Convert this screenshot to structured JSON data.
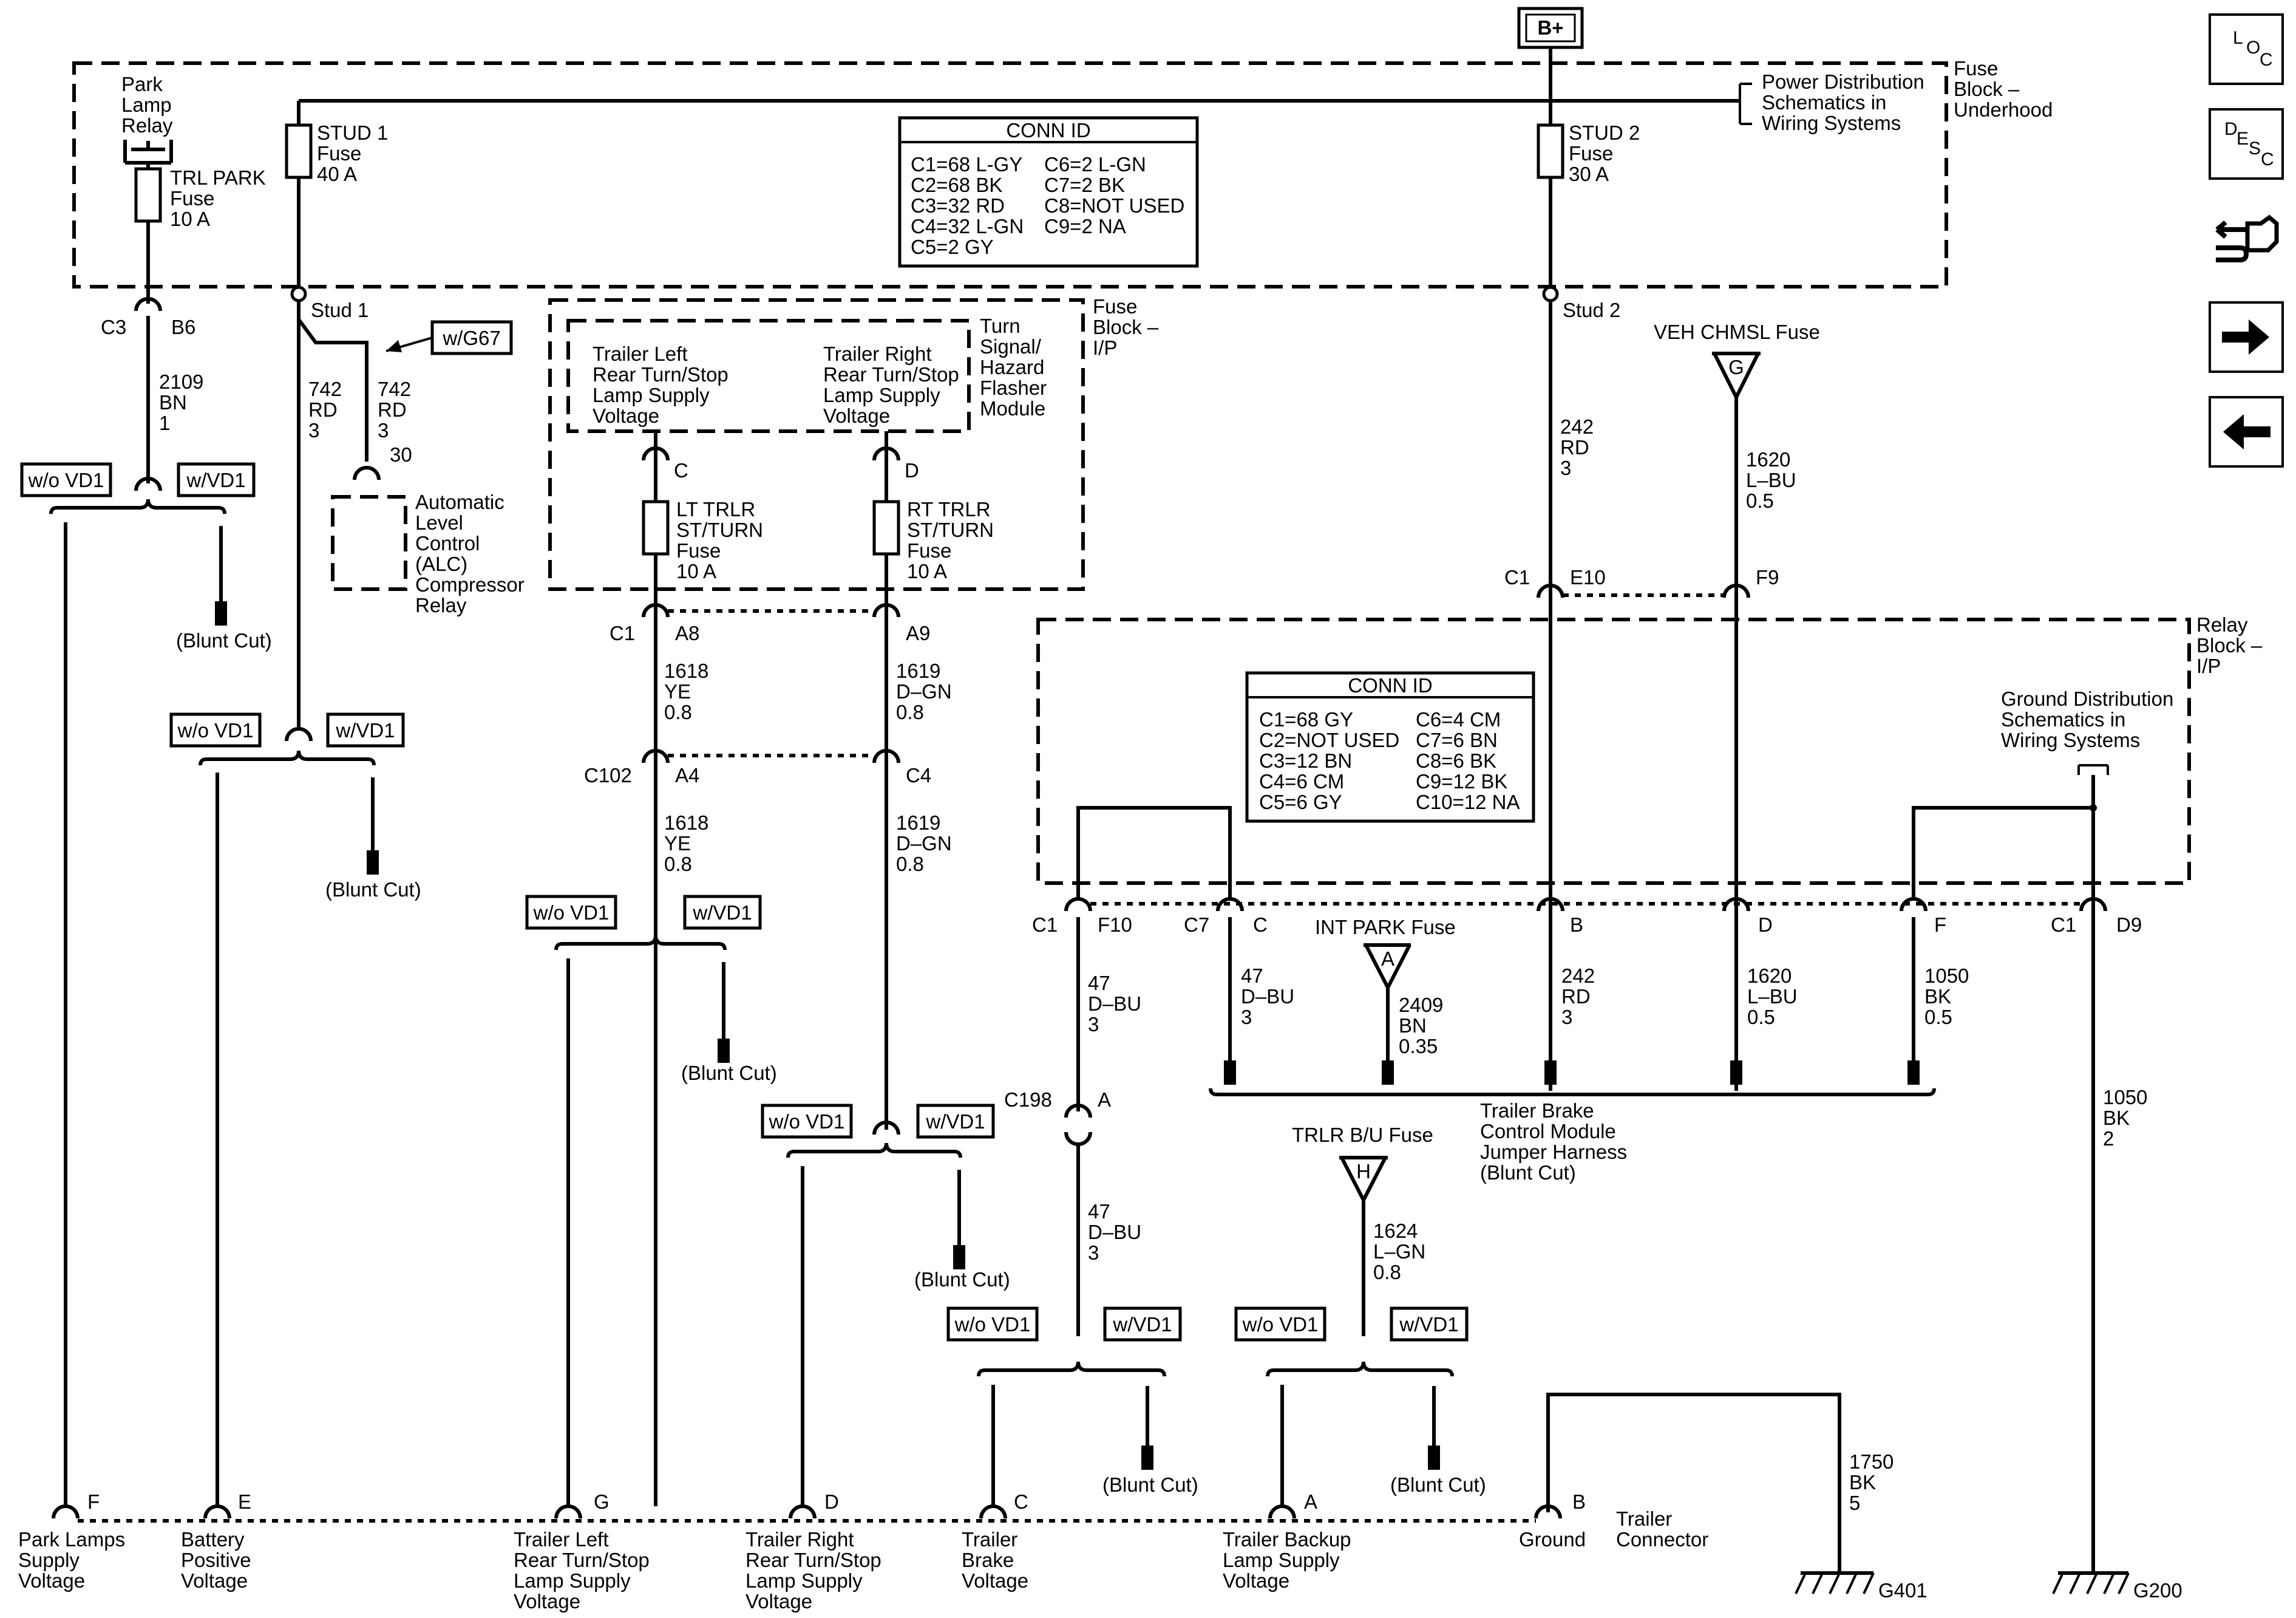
{
  "power": {
    "b_plus": "B+"
  },
  "fuse_block_underhood": {
    "title": "Fuse Block – Underhood",
    "title_lines": [
      "Fuse",
      "Block –",
      "Underhood"
    ],
    "park_lamp_relay": [
      "Park",
      "Lamp",
      "Relay"
    ],
    "trl_park_fuse": [
      "TRL PARK",
      "Fuse",
      "10 A"
    ],
    "stud1_fuse": [
      "STUD 1",
      "Fuse",
      "40 A"
    ],
    "stud2_fuse": [
      "STUD 2",
      "Fuse",
      "30 A"
    ],
    "power_distribution_ref": [
      "Power Distribution",
      "Schematics in",
      "Wiring Systems"
    ],
    "conn_id": {
      "title": "CONN ID",
      "left": [
        "C1=68 L-GY",
        "C2=68 BK",
        "C3=32 RD",
        "C4=32 L-GN",
        "C5=2 GY"
      ],
      "right": [
        "C6=2 L-GN",
        "C7=2 BK",
        "C8=NOT USED",
        "C9=2 NA"
      ]
    }
  },
  "fuse_block_ip": {
    "title_lines": [
      "Fuse",
      "Block –",
      "I/P"
    ],
    "module_lines": [
      "Turn",
      "Signal/",
      "Hazard",
      "Flasher",
      "Module"
    ],
    "left_supply": [
      "Trailer Left",
      "Rear Turn/Stop",
      "Lamp Supply",
      "Voltage"
    ],
    "right_supply": [
      "Trailer Right",
      "Rear Turn/Stop",
      "Lamp Supply",
      "Voltage"
    ],
    "lt_fuse": [
      "LT TRLR",
      "ST/TURN",
      "Fuse",
      "10 A"
    ],
    "rt_fuse": [
      "RT TRLR",
      "ST/TURN",
      "Fuse",
      "10 A"
    ]
  },
  "relay_block_ip": {
    "title_lines": [
      "Relay",
      "Block –",
      "I/P"
    ],
    "ground_ref": [
      "Ground Distribution",
      "Schematics in",
      "Wiring Systems"
    ],
    "conn_id": {
      "title": "CONN ID",
      "left": [
        "C1=68 GY",
        "C2=NOT USED",
        "C3=12 BN",
        "C4=6 CM",
        "C5=6 GY"
      ],
      "right": [
        "C6=4 CM",
        "C7=6 BN",
        "C8=6 BK",
        "C9=12 BK",
        "C10=12 NA"
      ]
    }
  },
  "alc": {
    "label": [
      "Automatic",
      "Level",
      "Control",
      "(ALC)",
      "Compressor",
      "Relay"
    ],
    "option": "w/G67",
    "pin": "30"
  },
  "fuses": {
    "veh_chmsl": "VEH CHMSL Fuse",
    "int_park": "INT PARK Fuse",
    "trlr_bu": "TRLR B/U Fuse",
    "g": "G",
    "a": "A",
    "h": "H"
  },
  "labels": {
    "stud1": "Stud 1",
    "stud2": "Stud 2",
    "wo_vd1": "w/o VD1",
    "w_vd1": "w/VD1",
    "blunt_cut": "(Blunt Cut)"
  },
  "wires": {
    "w2109": [
      "2109",
      "BN",
      "1"
    ],
    "w742a": [
      "742",
      "RD",
      "3"
    ],
    "w742b": [
      "742",
      "RD",
      "3"
    ],
    "w1618a": [
      "1618",
      "YE",
      "0.8"
    ],
    "w1618b": [
      "1618",
      "YE",
      "0.8"
    ],
    "w1619a": [
      "1619",
      "D–GN",
      "0.8"
    ],
    "w1619b": [
      "1619",
      "D–GN",
      "0.8"
    ],
    "w242a": [
      "242",
      "RD",
      "3"
    ],
    "w242b": [
      "242",
      "RD",
      "3"
    ],
    "w1620a": [
      "1620",
      "L–BU",
      "0.5"
    ],
    "w1620b": [
      "1620",
      "L–BU",
      "0.5"
    ],
    "w47a": [
      "47",
      "D–BU",
      "3"
    ],
    "w47b": [
      "47",
      "D–BU",
      "3"
    ],
    "w47c": [
      "47",
      "D–BU",
      "3"
    ],
    "w2409": [
      "2409",
      "BN",
      "0.35"
    ],
    "w1050a": [
      "1050",
      "BK",
      "0.5"
    ],
    "w1050b": [
      "1050",
      "BK",
      "2"
    ],
    "w1624": [
      "1624",
      "L–GN",
      "0.8"
    ],
    "w1750": [
      "1750",
      "BK",
      "5"
    ]
  },
  "connectors": {
    "c3": "C3",
    "b6": "B6",
    "c": "C",
    "d": "D",
    "c1": "C1",
    "a8": "A8",
    "a9": "A9",
    "c102": "C102",
    "a4": "A4",
    "c4": "C4",
    "e10": "E10",
    "f9": "F9",
    "f10": "F10",
    "c7": "C7",
    "b": "B",
    "f": "F",
    "d9": "D9",
    "c198": "C198",
    "a": "A"
  },
  "jumper_harness": [
    "Trailer Brake",
    "Control Module",
    "Jumper Harness",
    "(Blunt Cut)"
  ],
  "trailer_connector": {
    "title": [
      "Trailer",
      "Connector"
    ],
    "pins": [
      {
        "pin": "F",
        "label": [
          "Park Lamps",
          "Supply",
          "Voltage"
        ]
      },
      {
        "pin": "E",
        "label": [
          "Battery",
          "Positive",
          "Voltage"
        ]
      },
      {
        "pin": "G",
        "label": [
          "Trailer Left",
          "Rear Turn/Stop",
          "Lamp Supply",
          "Voltage"
        ]
      },
      {
        "pin": "D",
        "label": [
          "Trailer Right",
          "Rear Turn/Stop",
          "Lamp Supply",
          "Voltage"
        ]
      },
      {
        "pin": "C",
        "label": [
          "Trailer",
          "Brake",
          "Voltage"
        ]
      },
      {
        "pin": "A",
        "label": [
          "Trailer Backup",
          "Lamp Supply",
          "Voltage"
        ]
      },
      {
        "pin": "B",
        "label": [
          "Ground"
        ]
      }
    ]
  },
  "grounds": {
    "g401": "G401",
    "g200": "G200"
  },
  "nav": {
    "loc": {
      "l1": "L",
      "l2": "O",
      "l3": "C"
    },
    "desc": {
      "l1": "D",
      "l2": "E",
      "l3": "S",
      "l4": "C"
    },
    "icons": [
      "connector-repair-icon",
      "next-arrow-icon",
      "back-arrow-icon"
    ]
  }
}
